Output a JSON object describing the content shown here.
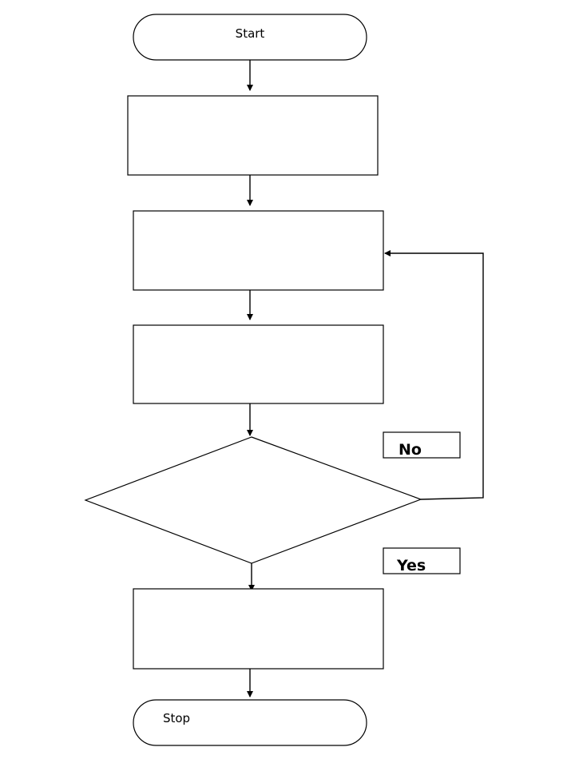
{
  "terminals": {
    "start": "Start",
    "stop": "Stop"
  },
  "branches": {
    "no": "No",
    "yes": "Yes"
  },
  "colors": {
    "stroke": "#000000",
    "fill": "#ffffff"
  }
}
